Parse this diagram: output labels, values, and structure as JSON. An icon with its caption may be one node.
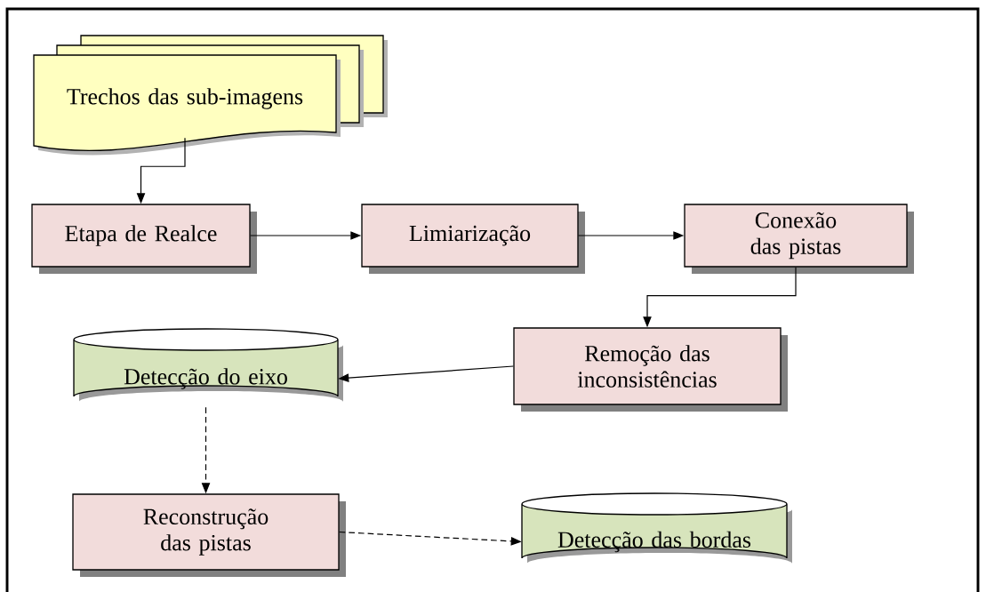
{
  "diagram": {
    "nodes": [
      {
        "text": [
          "Trechos das sub-imagens"
        ]
      },
      {
        "text": [
          "Etapa de Realce"
        ]
      },
      {
        "text": [
          "Limiarização"
        ]
      },
      {
        "text": [
          "Conexão das pistas"
        ]
      },
      {
        "text": [
          "Remoção das inconsistências"
        ]
      },
      {
        "text": [
          "Detecção do eixo"
        ]
      },
      {
        "text": [
          "Reconstrução das pistas"
        ]
      },
      {
        "text": [
          "Detecção das bordas"
        ]
      }
    ],
    "edges": [
      {
        "from": 0,
        "to": 1,
        "arrow": "to"
      },
      {
        "from": 1,
        "to": 2,
        "arrow": "to"
      },
      {
        "from": 2,
        "to": 3,
        "arrow": "to"
      },
      {
        "from": 3,
        "to": 4,
        "arrow": "to"
      },
      {
        "from": 4,
        "to": 5,
        "arrow": "to"
      },
      {
        "from": 5,
        "to": 6,
        "arrow": "to",
        "style": "dashed"
      },
      {
        "from": 6,
        "to": 7,
        "arrow": "to",
        "style": "dashed"
      }
    ]
  }
}
